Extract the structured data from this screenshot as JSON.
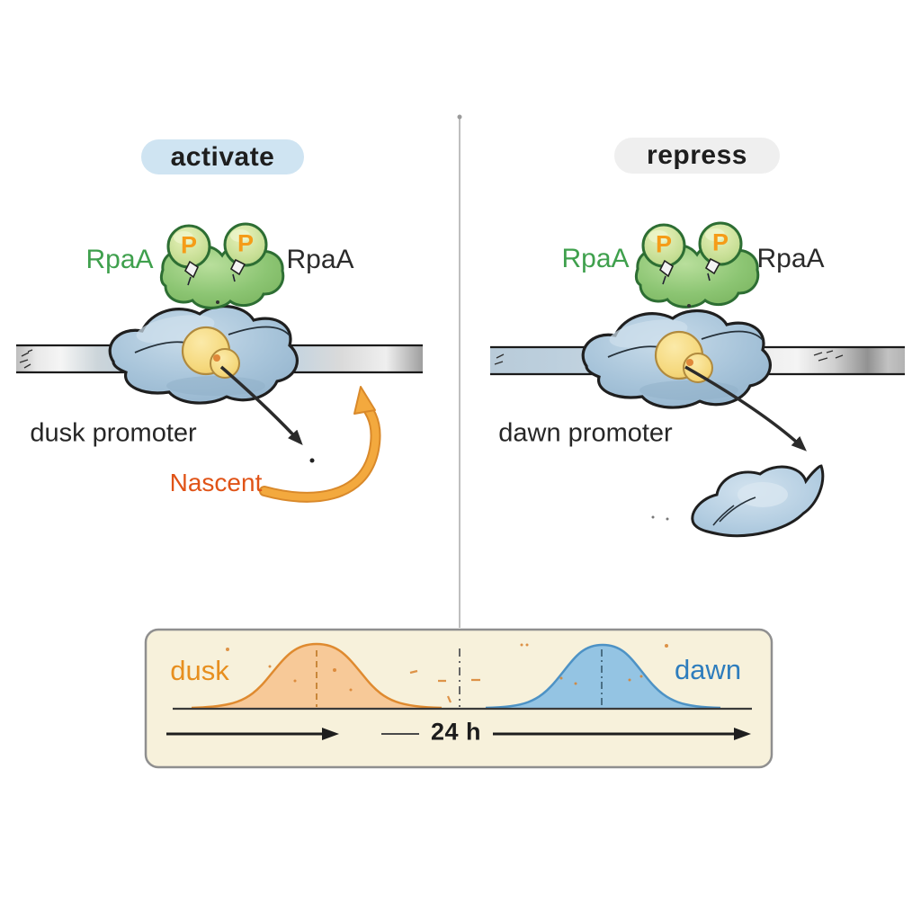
{
  "left_panel": {
    "mode_label": "activate",
    "rpaa_left": "RpaA",
    "rpaa_right": "RpaA",
    "phospho": "P",
    "promoter": "dusk promoter",
    "nascent": "Nascent"
  },
  "right_panel": {
    "mode_label": "repress",
    "rpaa_left": "RpaA",
    "rpaa_right": "RpaA",
    "phospho": "P",
    "promoter": "dawn promoter"
  },
  "timeline": {
    "dusk": "dusk",
    "dawn": "dawn",
    "duration": "24 h"
  },
  "colors": {
    "activate_pill": "#cfe4f2",
    "repress_pill": "#efefef",
    "text_dark": "#1e1e1e",
    "rpaa_green": "#3fa04d",
    "protein_outline": "#2d6e33",
    "p_text": "#f59c18",
    "polymerase_outline": "#1f1f1f",
    "sigma_outline": "#b08a3e",
    "arrow_black": "#2b2b2b",
    "nascent": "#e05317",
    "arrow_orange": "#f3a93e",
    "arrow_orange_dark": "#d9892a",
    "divider": "#b8b8b8",
    "box_bg": "#f7f1db",
    "box_border": "#8f8f8f",
    "baseline": "#3a3a3a",
    "dusk_fill": "#f7c998",
    "dusk_stroke": "#df8a2f",
    "dusk_text": "#e78f1f",
    "dawn_fill": "#94c4e3",
    "dawn_stroke": "#4d92c5",
    "dawn_text": "#2e7dbd"
  }
}
